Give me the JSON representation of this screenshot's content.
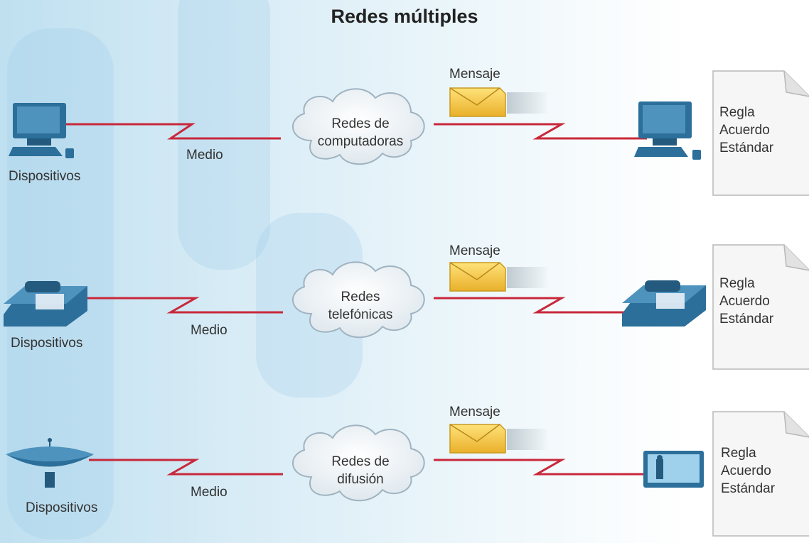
{
  "title": "Redes múltiples",
  "rows": [
    {
      "device_label": "Dispositivos",
      "medium_label": "Medio",
      "message_label": "Mensaje",
      "cloud_line1": "Redes de",
      "cloud_line2": "computadoras",
      "note_lines": [
        "Regla",
        "Acuerdo",
        "Estándar"
      ],
      "device_icon": "computer-icon"
    },
    {
      "device_label": "Dispositivos",
      "medium_label": "Medio",
      "message_label": "Mensaje",
      "cloud_line1": "Redes",
      "cloud_line2": "telefónicas",
      "note_lines": [
        "Regla",
        "Acuerdo",
        "Estándar"
      ],
      "device_icon": "telephone-icon"
    },
    {
      "device_label": "Dispositivos",
      "medium_label": "Medio",
      "message_label": "Mensaje",
      "cloud_line1": "Redes de",
      "cloud_line2": "difusión",
      "note_lines": [
        "Regla",
        "Acuerdo",
        "Estándar"
      ],
      "device_icon": "satellite-dish-icon"
    }
  ],
  "colors": {
    "line": "#c8283a",
    "device": "#2b6f9a",
    "envelope": "#f2c53d"
  }
}
